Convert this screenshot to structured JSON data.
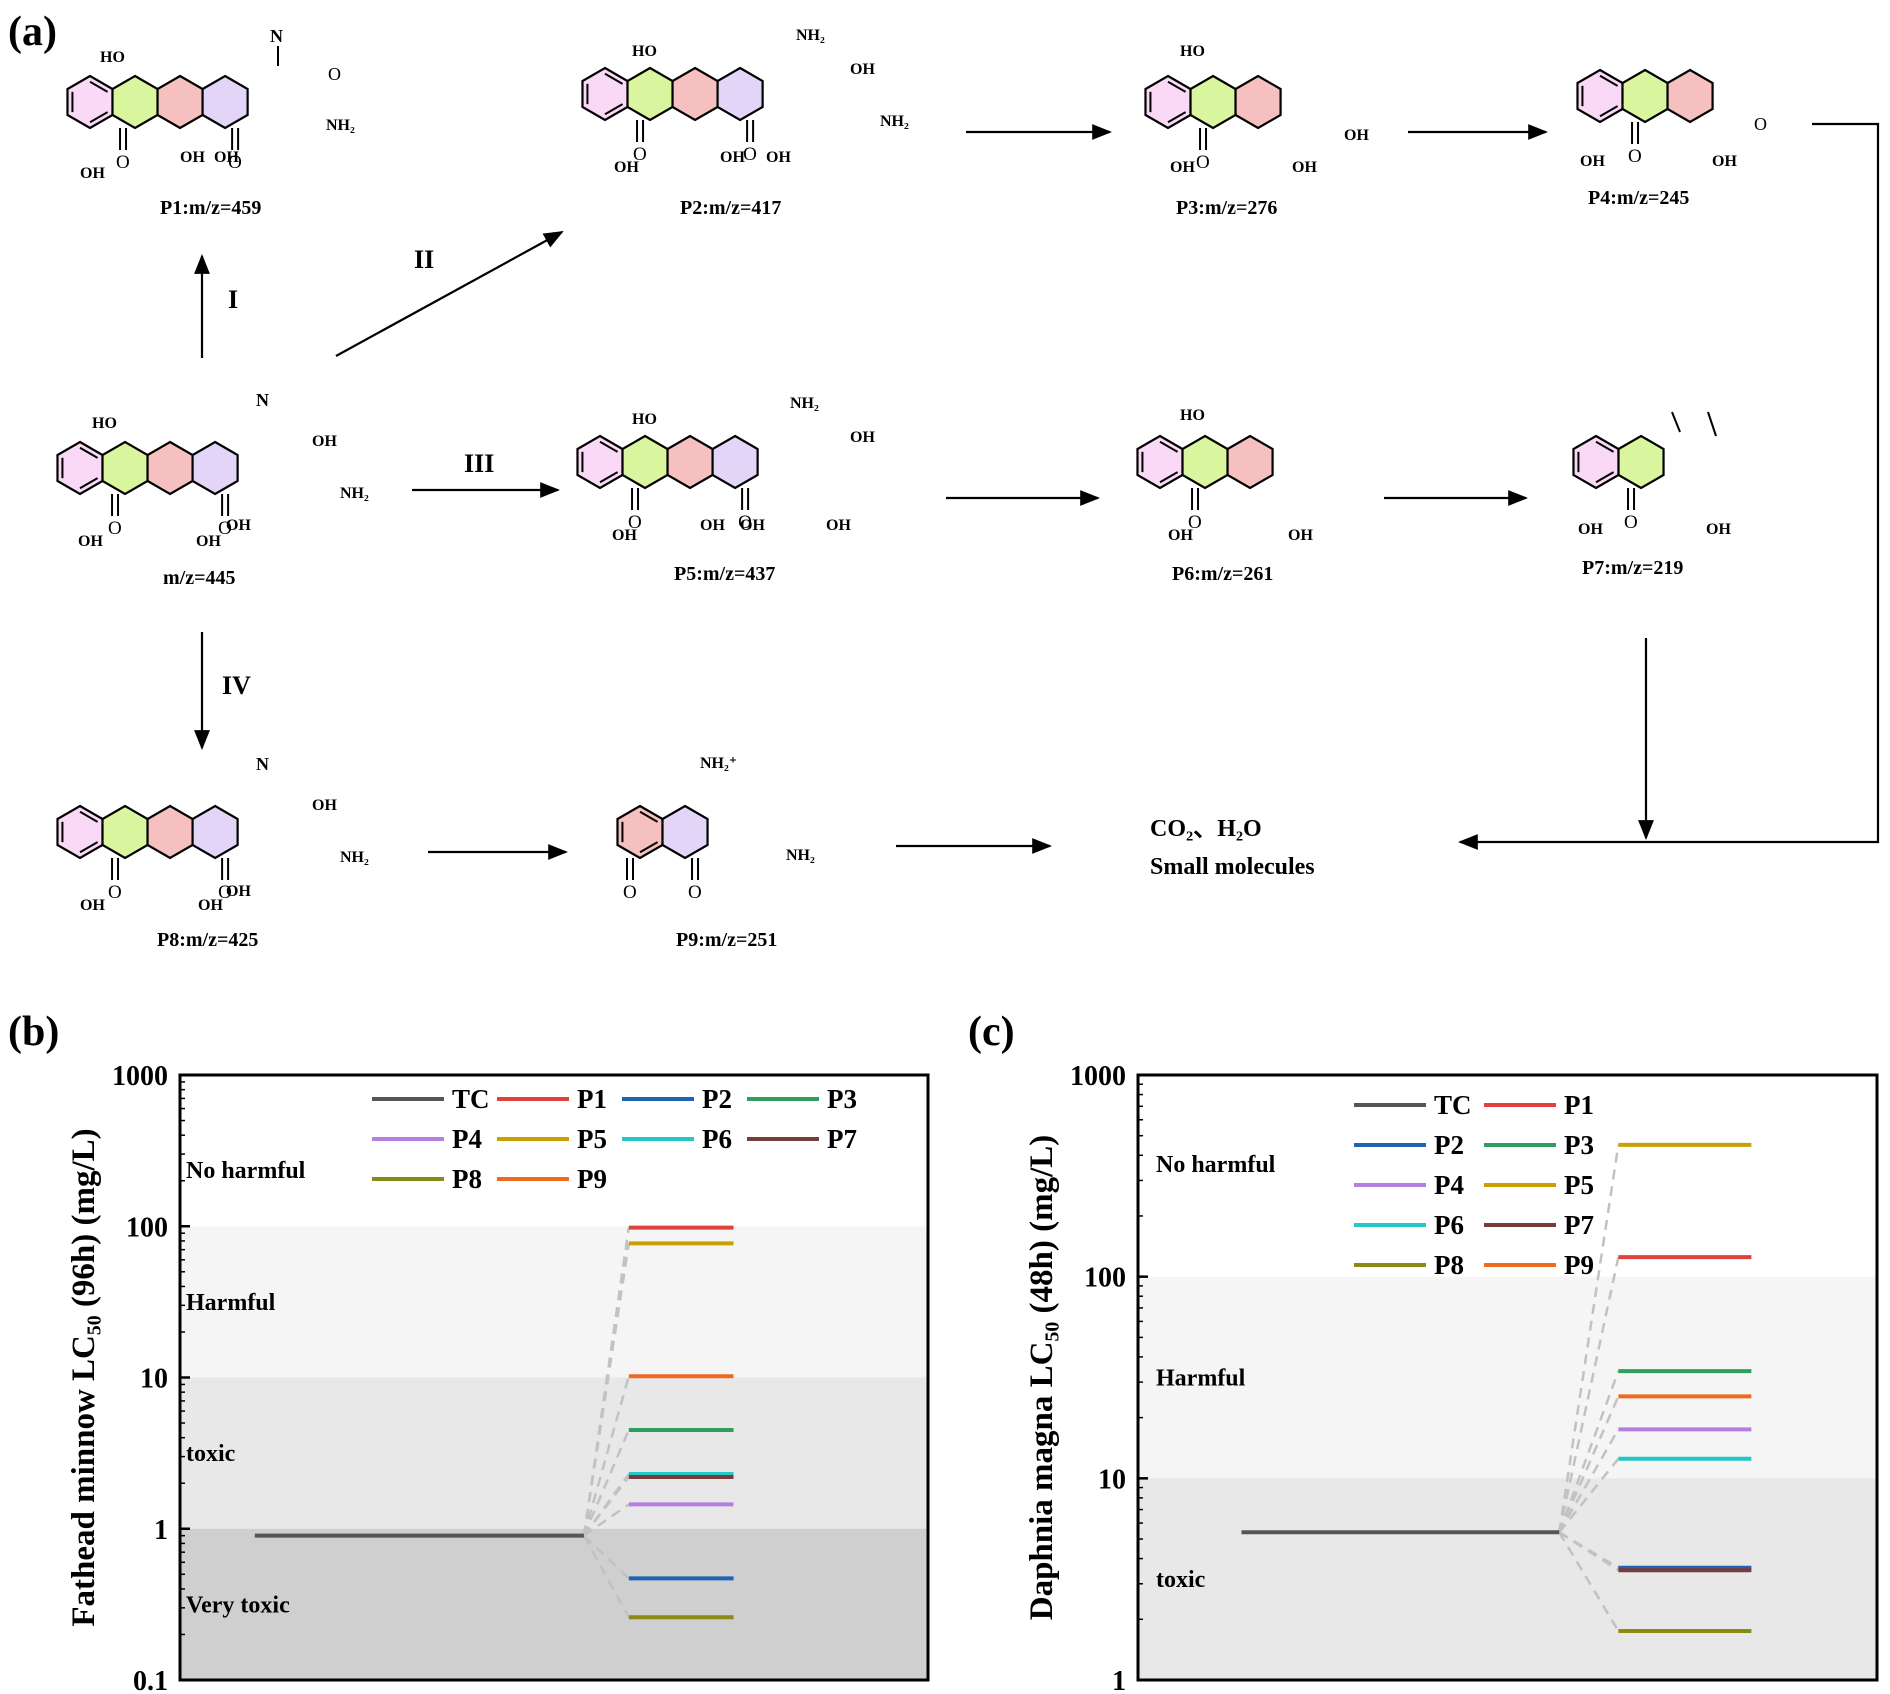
{
  "panel_labels": {
    "a": "(a)",
    "b": "(b)",
    "c": "(c)"
  },
  "scheme": {
    "parent_label": "m/z=445",
    "products": [
      {
        "id": "P1",
        "label": "P1:m/z=459"
      },
      {
        "id": "P2",
        "label": "P2:m/z=417"
      },
      {
        "id": "P3",
        "label": "P3:m/z=276"
      },
      {
        "id": "P4",
        "label": "P4:m/z=245"
      },
      {
        "id": "P5",
        "label": "P5:m/z=437"
      },
      {
        "id": "P6",
        "label": "P6:m/z=261"
      },
      {
        "id": "P7",
        "label": "P7:m/z=219"
      },
      {
        "id": "P8",
        "label": "P8:m/z=425"
      },
      {
        "id": "P9",
        "label": "P9:m/z=251"
      }
    ],
    "pathways": [
      "I",
      "II",
      "III",
      "IV"
    ],
    "final_products": {
      "line1": "CO₂、H₂O",
      "line2": "Small molecules"
    },
    "groups": {
      "ho": "HO",
      "oh": "OH",
      "nh2": "NH₂",
      "nh2plus": "NH₂⁺",
      "n": "N",
      "o": "O"
    },
    "ring_colors": {
      "pink": "#f9d9f5",
      "green": "#d9f59e",
      "red": "#f5c0bf",
      "purple": "#e3d5f7"
    }
  },
  "chart_data": [
    {
      "type": "line",
      "ylabel": "Fathead minnow LC₅₀ (96h) (mg/L)",
      "yscale": "log",
      "ylim": [
        0.1,
        1000
      ],
      "yticks": [
        "0.1",
        "1",
        "10",
        "100",
        "1000"
      ],
      "zones": [
        {
          "label": "No harmful",
          "from": 100,
          "to": 1000,
          "color": "#ffffff"
        },
        {
          "label": "Harmful",
          "from": 10,
          "to": 100,
          "color": "#f5f5f5"
        },
        {
          "label": "toxic",
          "from": 1,
          "to": 10,
          "color": "#e8e8e8"
        },
        {
          "label": "Very toxic",
          "from": 0.1,
          "to": 1,
          "color": "#cfcfcf"
        }
      ],
      "legend_columns": 4,
      "legend_placement": "top-right",
      "series": [
        {
          "name": "TC",
          "value": 0.9,
          "color": "#555555"
        },
        {
          "name": "P1",
          "value": 98,
          "color": "#e0413a"
        },
        {
          "name": "P2",
          "value": 0.47,
          "color": "#1f63b5"
        },
        {
          "name": "P3",
          "value": 4.5,
          "color": "#2e9e5e"
        },
        {
          "name": "P4",
          "value": 1.45,
          "color": "#b57fe0"
        },
        {
          "name": "P5",
          "value": 77,
          "color": "#c8a000"
        },
        {
          "name": "P6",
          "value": 2.3,
          "color": "#25c6c6"
        },
        {
          "name": "P7",
          "value": 2.2,
          "color": "#7a3b3b"
        },
        {
          "name": "P8",
          "value": 0.26,
          "color": "#8a8a14"
        },
        {
          "name": "P9",
          "value": 10.2,
          "color": "#ef6a1e"
        }
      ]
    },
    {
      "type": "line",
      "ylabel": "Daphnia magna LC₅₀ (48h) (mg/L)",
      "yscale": "log",
      "ylim": [
        1,
        1000
      ],
      "yticks": [
        "1",
        "10",
        "100",
        "1000"
      ],
      "zones": [
        {
          "label": "No harmful",
          "from": 100,
          "to": 1000,
          "color": "#ffffff"
        },
        {
          "label": "Harmful",
          "from": 10,
          "to": 100,
          "color": "#f5f5f5"
        },
        {
          "label": "toxic",
          "from": 1,
          "to": 10,
          "color": "#e8e8e8"
        }
      ],
      "legend_columns": 2,
      "legend_placement": "top-center",
      "series": [
        {
          "name": "TC",
          "value": 5.4,
          "color": "#555555"
        },
        {
          "name": "P1",
          "value": 125,
          "color": "#e0413a"
        },
        {
          "name": "P2",
          "value": 3.6,
          "color": "#1f63b5"
        },
        {
          "name": "P3",
          "value": 34,
          "color": "#2e9e5e"
        },
        {
          "name": "P4",
          "value": 17.5,
          "color": "#b57fe0"
        },
        {
          "name": "P5",
          "value": 450,
          "color": "#c8a000"
        },
        {
          "name": "P6",
          "value": 12.5,
          "color": "#25c6c6"
        },
        {
          "name": "P7",
          "value": 3.5,
          "color": "#7a3b3b"
        },
        {
          "name": "P8",
          "value": 1.75,
          "color": "#8a8a14"
        },
        {
          "name": "P9",
          "value": 25.5,
          "color": "#ef6a1e"
        }
      ]
    }
  ]
}
